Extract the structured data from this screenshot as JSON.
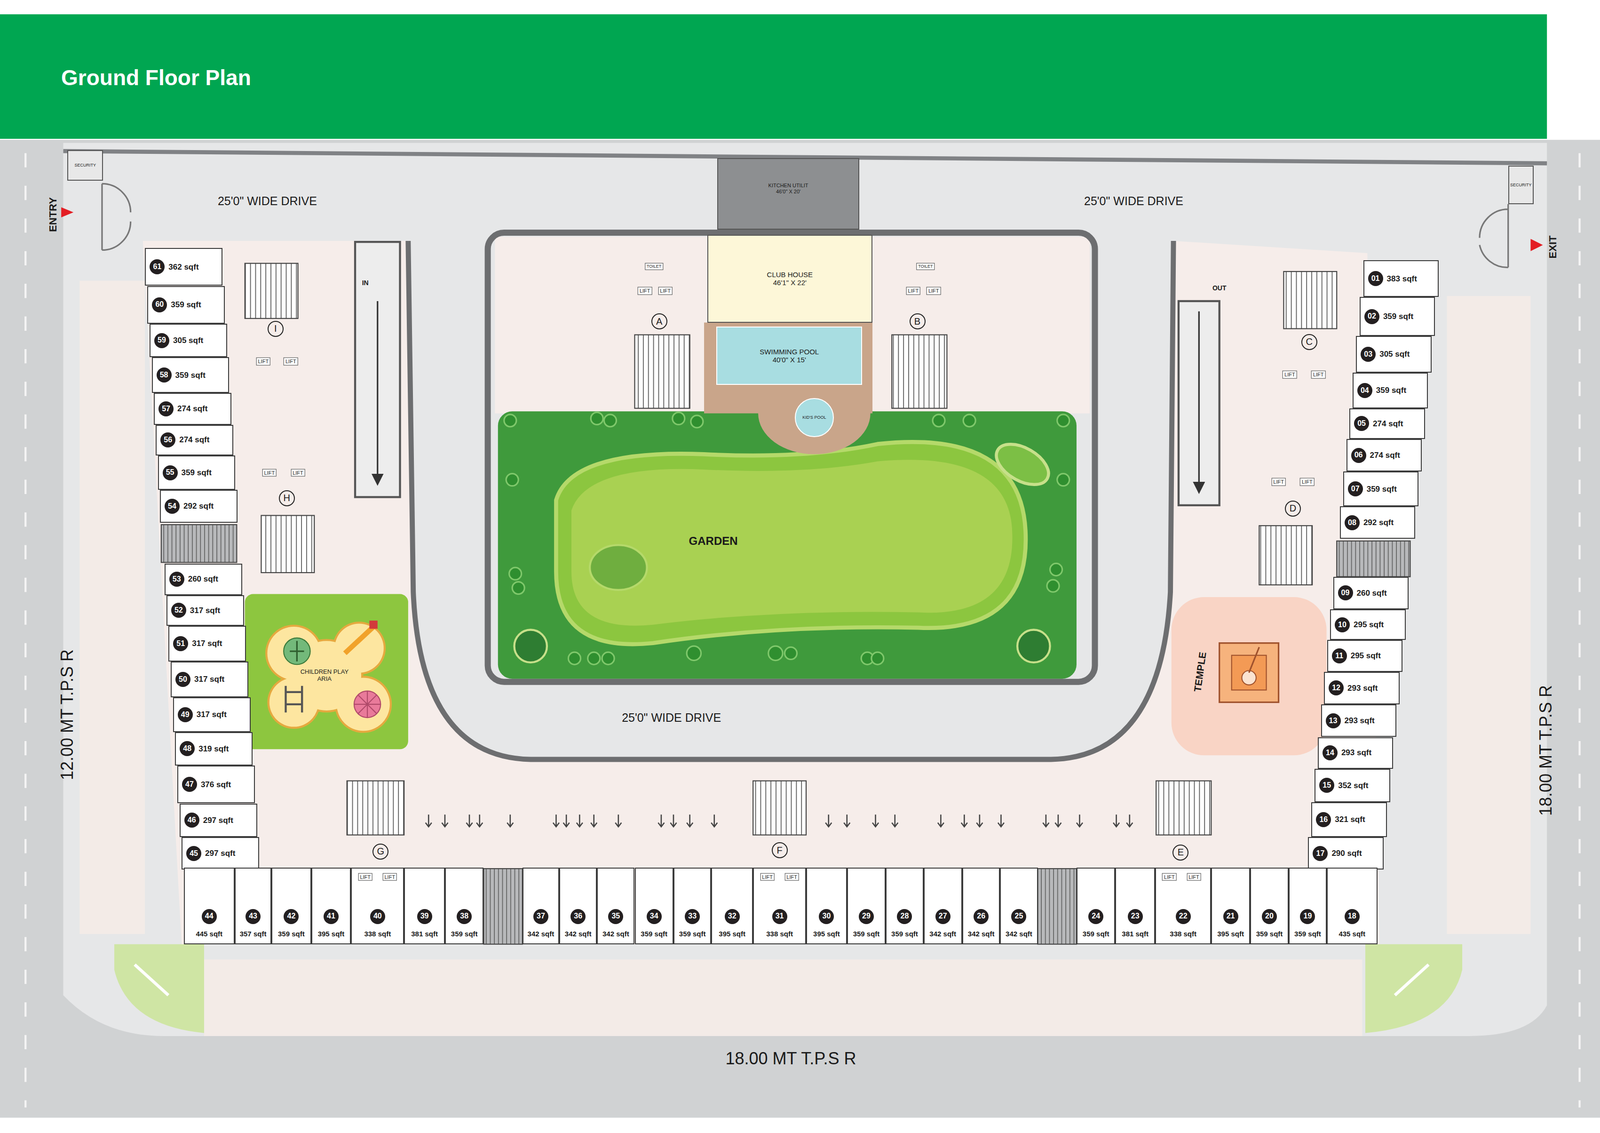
{
  "diagram": {
    "title": "Ground Floor Plan",
    "nodes": [
      {
        "text": [
          "SECURITY"
        ]
      },
      {
        "text": [
          "KITCHEN UTILIT",
          "46'0\" X 20'"
        ]
      },
      {
        "text": [
          "SECURITY"
        ]
      },
      {
        "text": [
          "CLUB HOUSE",
          "46'1\" X 22'"
        ]
      },
      {
        "text": [
          "SWIMMING POOL",
          "40'0\" X 15'"
        ]
      },
      {
        "text": [
          "KID'S POOL"
        ]
      },
      {
        "text": [
          "GARDEN"
        ]
      },
      {
        "text": [
          "CHILDREN PLAY ARIA"
        ]
      },
      {
        "text": [
          "TEMPLE"
        ]
      },
      {
        "text": [
          "61",
          "362 sqft"
        ]
      },
      {
        "text": [
          "60",
          "359 sqft"
        ]
      },
      {
        "text": [
          "59",
          "305 sqft"
        ]
      },
      {
        "text": [
          "58",
          "359 sqft"
        ]
      },
      {
        "text": [
          "57",
          "274 sqft"
        ]
      },
      {
        "text": [
          "56",
          "274 sqft"
        ]
      },
      {
        "text": [
          "55",
          "359 sqft"
        ]
      },
      {
        "text": [
          "54",
          "292 sqft"
        ]
      },
      {
        "text": [
          "53",
          "260 sqft"
        ]
      },
      {
        "text": [
          "52",
          "317 sqft"
        ]
      },
      {
        "text": [
          "51",
          "317 sqft"
        ]
      },
      {
        "text": [
          "50",
          "317 sqft"
        ]
      },
      {
        "text": [
          "49",
          "317 sqft"
        ]
      },
      {
        "text": [
          "48",
          "319 sqft"
        ]
      },
      {
        "text": [
          "47",
          "376 sqft"
        ]
      },
      {
        "text": [
          "46",
          "297 sqft"
        ]
      },
      {
        "text": [
          "45",
          "297 sqft"
        ]
      },
      {
        "text": [
          "01",
          "383 sqft"
        ]
      },
      {
        "text": [
          "02",
          "359 sqft"
        ]
      },
      {
        "text": [
          "03",
          "305 sqft"
        ]
      },
      {
        "text": [
          "04",
          "359 sqft"
        ]
      },
      {
        "text": [
          "05",
          "274 sqft"
        ]
      },
      {
        "text": [
          "06",
          "274 sqft"
        ]
      },
      {
        "text": [
          "07",
          "359 sqft"
        ]
      },
      {
        "text": [
          "08",
          "292 sqft"
        ]
      },
      {
        "text": [
          "09",
          "260 sqft"
        ]
      },
      {
        "text": [
          "10",
          "295 sqft"
        ]
      },
      {
        "text": [
          "11",
          "295 sqft"
        ]
      },
      {
        "text": [
          "12",
          "293 sqft"
        ]
      },
      {
        "text": [
          "13",
          "293 sqft"
        ]
      },
      {
        "text": [
          "14",
          "293 sqft"
        ]
      },
      {
        "text": [
          "15",
          "352 sqft"
        ]
      },
      {
        "text": [
          "16",
          "321 sqft"
        ]
      },
      {
        "text": [
          "17",
          "290 sqft"
        ]
      },
      {
        "text": [
          "44",
          "445 sqft"
        ]
      },
      {
        "text": [
          "43",
          "357 sqft"
        ]
      },
      {
        "text": [
          "42",
          "359 sqft"
        ]
      },
      {
        "text": [
          "41",
          "395 sqft"
        ]
      },
      {
        "text": [
          "40",
          "338 sqft"
        ]
      },
      {
        "text": [
          "39",
          "381 sqft"
        ]
      },
      {
        "text": [
          "38",
          "359 sqft"
        ]
      },
      {
        "text": [
          "37",
          "342 sqft"
        ]
      },
      {
        "text": [
          "36",
          "342 sqft"
        ]
      },
      {
        "text": [
          "35",
          "342 sqft"
        ]
      },
      {
        "text": [
          "34",
          "359 sqft"
        ]
      },
      {
        "text": [
          "33",
          "359 sqft"
        ]
      },
      {
        "text": [
          "32",
          "395 sqft"
        ]
      },
      {
        "text": [
          "31",
          "338 sqft"
        ]
      },
      {
        "text": [
          "30",
          "395 sqft"
        ]
      },
      {
        "text": [
          "29",
          "359 sqft"
        ]
      },
      {
        "text": [
          "28",
          "359 sqft"
        ]
      },
      {
        "text": [
          "27",
          "342 sqft"
        ]
      },
      {
        "text": [
          "26",
          "342 sqft"
        ]
      },
      {
        "text": [
          "25",
          "342 sqft"
        ]
      },
      {
        "text": [
          "24",
          "359 sqft"
        ]
      },
      {
        "text": [
          "23",
          "381 sqft"
        ]
      },
      {
        "text": [
          "22",
          "338 sqft"
        ]
      },
      {
        "text": [
          "21",
          "395 sqft"
        ]
      },
      {
        "text": [
          "20",
          "359 sqft"
        ]
      },
      {
        "text": [
          "19",
          "359 sqft"
        ]
      },
      {
        "text": [
          "18",
          "435 sqft"
        ]
      }
    ],
    "labels": [
      "ENTRY",
      "EXIT",
      "25'0\" WIDE DRIVE",
      "25'0\" WIDE DRIVE",
      "25'0\" WIDE DRIVE",
      "12.00 MT T.P.S R",
      "18.00 MT T.P.S R",
      "18.00 MT T.P.S R",
      "IN",
      "OUT",
      "A",
      "B",
      "I",
      "H",
      "C",
      "D",
      "G",
      "F",
      "E",
      "TOILET",
      "TOILET",
      "LIFT",
      "LIFT",
      "LIFT",
      "LIFT",
      "LIFT",
      "LIFT",
      "LIFT",
      "LIFT",
      "LIFT",
      "LIFT",
      "LIFT",
      "LIFT",
      "LIFT",
      "LIFT",
      "LIFT",
      "LIFT",
      "LIFT",
      "LIFT"
    ]
  }
}
